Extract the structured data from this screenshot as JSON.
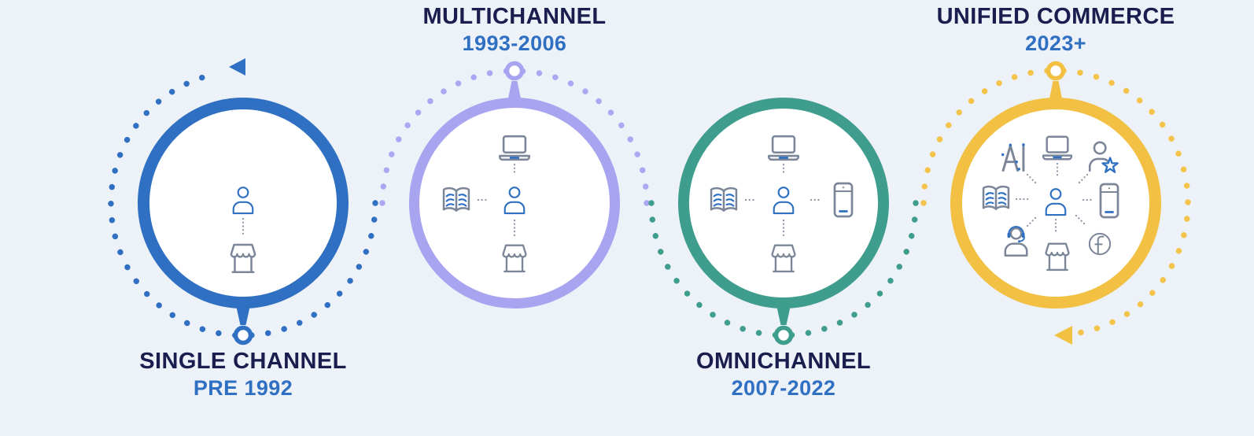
{
  "page": {
    "background_color": "#EDF1F8",
    "title_color": "#1A1E4E",
    "period_color": "#3070C2",
    "icon_gray": "#7B8698",
    "icon_blue": "#3070C2",
    "connector_color": "#8A94A6"
  },
  "stages": [
    {
      "id": "single-channel",
      "title": "SINGLE CHANNEL",
      "period": "PRE 1992",
      "accent_color": "#3070C2",
      "dot_color": "#3070C2",
      "label_position": "bottom",
      "pin_position": "bottom",
      "has_arrow": true,
      "icons": [
        "person-icon",
        "store-icon"
      ]
    },
    {
      "id": "multichannel",
      "title": "MULTICHANNEL",
      "period": "1993-2006",
      "accent_color": "#A8A4F0",
      "dot_color": "#ABA7F3",
      "label_position": "top",
      "pin_position": "top",
      "has_arrow": false,
      "icons": [
        "laptop-icon",
        "book-icon",
        "person-icon",
        "store-icon"
      ]
    },
    {
      "id": "omnichannel",
      "title": "OMNICHANNEL",
      "period": "2007-2022",
      "accent_color": "#3E9D8C",
      "dot_color": "#3E9D8C",
      "label_position": "bottom",
      "pin_position": "bottom",
      "has_arrow": false,
      "icons": [
        "laptop-icon",
        "book-icon",
        "person-icon",
        "phone-icon",
        "store-icon"
      ]
    },
    {
      "id": "unified-commerce",
      "title": "UNIFIED COMMERCE",
      "period": "2023+",
      "accent_color": "#F2C043",
      "dot_color": "#F4C44A",
      "label_position": "top",
      "pin_position": "top",
      "has_arrow": true,
      "icons": [
        "ai-icon",
        "laptop-icon",
        "person-star-icon",
        "book-icon",
        "person-icon",
        "phone-icon",
        "person-headset-icon",
        "store-icon",
        "facebook-icon"
      ]
    }
  ]
}
